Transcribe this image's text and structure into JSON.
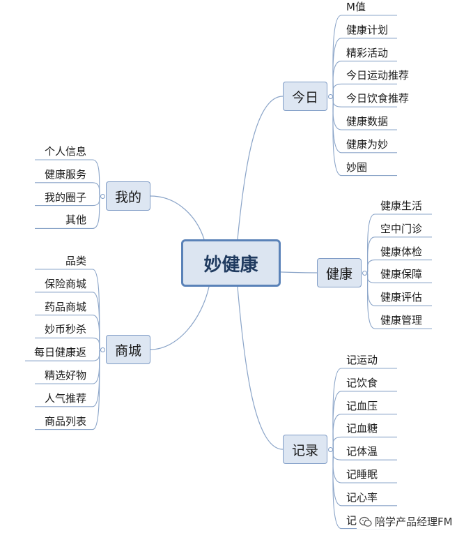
{
  "center": {
    "label": "妙健康"
  },
  "branches": [
    {
      "id": "jinri",
      "label": "今日",
      "side": "right",
      "items": [
        "M值",
        "健康计划",
        "精彩活动",
        "今日运动推荐",
        "今日饮食推荐",
        "健康数据",
        "健康为妙",
        "妙圈"
      ]
    },
    {
      "id": "jiankang",
      "label": "健康",
      "side": "right",
      "items": [
        "健康生活",
        "空中门诊",
        "健康体检",
        "健康保障",
        "健康评估",
        "健康管理"
      ]
    },
    {
      "id": "jilu",
      "label": "记录",
      "side": "right",
      "items": [
        "记运动",
        "记饮食",
        "记血压",
        "记血糖",
        "记体温",
        "记睡眠",
        "记心率",
        "记"
      ]
    },
    {
      "id": "wode",
      "label": "我的",
      "side": "left",
      "items": [
        "个人信息",
        "健康服务",
        "我的圈子",
        "其他"
      ]
    },
    {
      "id": "shangcheng",
      "label": "商城",
      "side": "left",
      "items": [
        "品类",
        "保险商城",
        "药品商城",
        "妙币秒杀",
        "每日健康返",
        "精选好物",
        "人气推荐",
        "商品列表"
      ]
    }
  ],
  "watermark": {
    "text": "陪学产品经理FM",
    "icon": "wechat-icon"
  },
  "colors": {
    "node_fill": "#dde6f2",
    "node_border": "#7f9cc6",
    "center_border": "#5a82b8",
    "line": "#8aa4c8"
  }
}
